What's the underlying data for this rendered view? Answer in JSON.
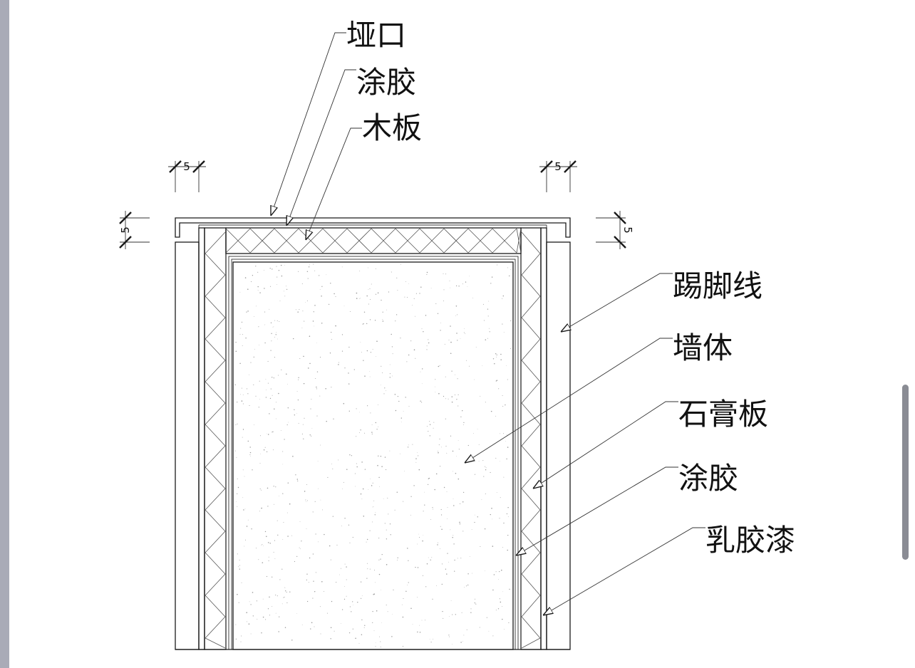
{
  "labels": {
    "yakou": "垭口",
    "tujiao_top": "涂胶",
    "muban": "木板",
    "tijiaoxian": "踢脚线",
    "qiangti": "墙体",
    "shigaoban": "石膏板",
    "tujiao_right": "涂胶",
    "rujiaoqi": "乳胶漆"
  },
  "dimensions": {
    "top_left": "5",
    "top_right": "5",
    "side_left": "5",
    "side_right": "5"
  },
  "colors": {
    "sidebar": "#a9abb7",
    "scrollbar": "#8a8c94",
    "line": "#1a1a1a",
    "speckle": "#9a9a9a"
  }
}
